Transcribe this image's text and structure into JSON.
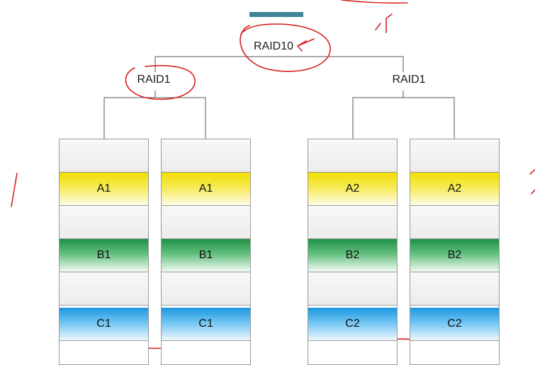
{
  "title": "RAID10",
  "groups": [
    {
      "label": "RAID1",
      "disks": [
        {
          "segments": [
            "",
            "A1",
            "",
            "B1",
            "",
            "C1"
          ]
        },
        {
          "segments": [
            "",
            "A1",
            "",
            "B1",
            "",
            "C1"
          ]
        }
      ]
    },
    {
      "label": "RAID1",
      "disks": [
        {
          "segments": [
            "",
            "A2",
            "",
            "B2",
            "",
            "C2"
          ]
        },
        {
          "segments": [
            "",
            "A2",
            "",
            "B2",
            "",
            "C2"
          ]
        }
      ]
    }
  ],
  "segment_colors": [
    "empty",
    "yellow",
    "empty",
    "green",
    "empty",
    "blue"
  ],
  "colors": {
    "title_bar": "#3e8597",
    "annotation": "#d62020",
    "connector": "#555555"
  }
}
